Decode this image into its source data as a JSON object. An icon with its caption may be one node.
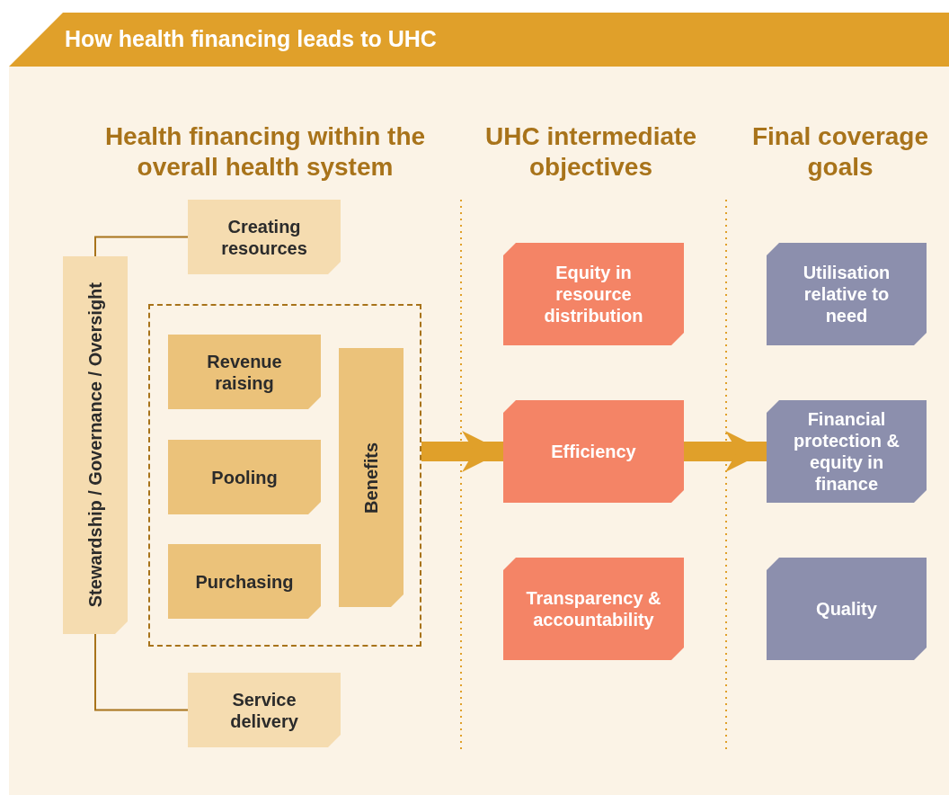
{
  "diagram": {
    "title": "How health financing leads to UHC",
    "nodes": [
      {
        "text": [
          "Creating resources"
        ]
      },
      {
        "text": [
          "Stewardship / Governance / Oversight"
        ]
      },
      {
        "text": [],
        "shape": "box"
      },
      {
        "text": [
          "Revenue raising"
        ],
        "in": 2
      },
      {
        "text": [
          "Pooling"
        ],
        "in": 2
      },
      {
        "text": [
          "Purchasing"
        ],
        "in": 2
      },
      {
        "text": [
          "Benefits"
        ],
        "in": 2
      },
      {
        "text": [
          "Service delivery"
        ]
      },
      {
        "text": [
          "Equity in resource distribution"
        ]
      },
      {
        "text": [
          "Efficiency"
        ]
      },
      {
        "text": [
          "Transparency & accountability"
        ]
      },
      {
        "text": [
          "Utilisation relative to need"
        ]
      },
      {
        "text": [
          "Financial protection & equity in finance"
        ]
      },
      {
        "text": [
          "Quality"
        ]
      }
    ],
    "edges": [
      {
        "from": 1,
        "to": 0,
        "arrow": "none"
      },
      {
        "from": 1,
        "to": 7,
        "arrow": "none"
      },
      {
        "from": 2,
        "to": 9,
        "arrow": "to",
        "style": "thick",
        "color": "#e0a02a"
      },
      {
        "from": 9,
        "to": 12,
        "arrow": "to",
        "style": "thick",
        "color": "#e0a02a"
      }
    ],
    "labels": [
      "Health financing within the overall health system",
      "UHC intermediate objectives",
      "Final coverage goals"
    ]
  }
}
